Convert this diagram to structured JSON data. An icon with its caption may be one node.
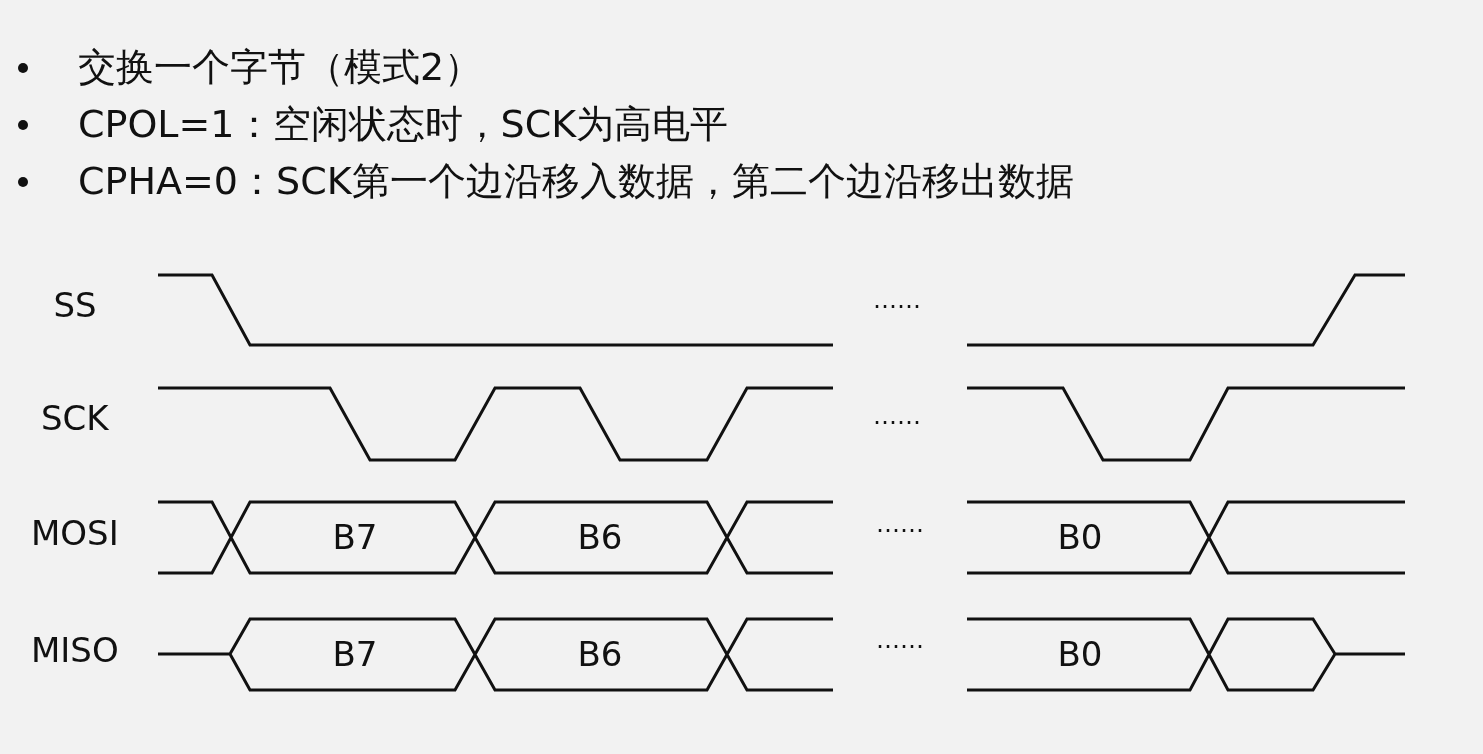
{
  "diagram": {
    "labels": [
      "交换一个字节（模式2）",
      "CPOL=1：空闲状态时，SCK为高电平",
      "CPHA=0：SCK第一个边沿移入数据，第二个边沿移出数据",
      "SS",
      "……",
      "SCK",
      "……",
      "MOSI",
      "B7",
      "B6",
      "……",
      "B0",
      "MISO",
      "B7",
      "B6",
      "……",
      "B0"
    ]
  }
}
